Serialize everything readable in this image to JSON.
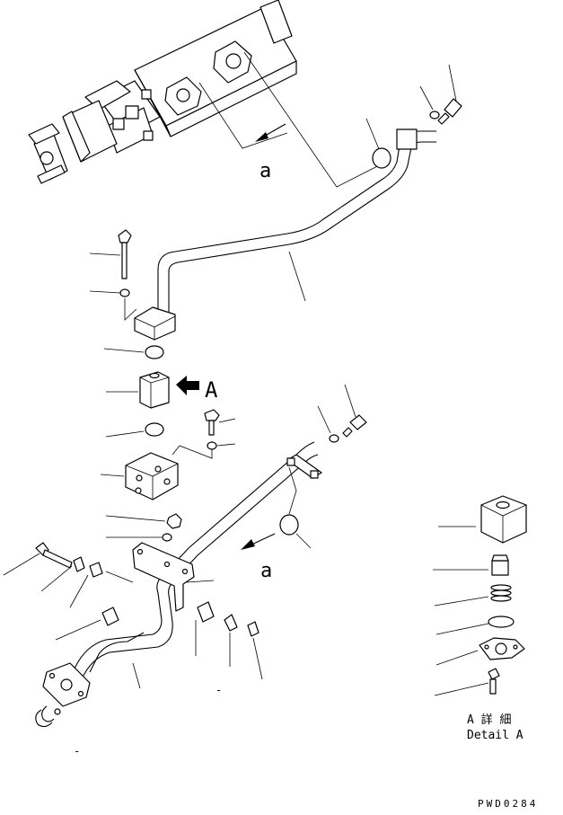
{
  "drawing": {
    "view_label_top": "a",
    "view_label_bottom": "a",
    "view_arrow_label": "A",
    "detail_title_jp": "A 詳 細",
    "detail_title_en": "Detail A",
    "drawing_number": "PWD0284",
    "tag_text": "-"
  },
  "colors": {
    "line": "#000000",
    "background": "#ffffff"
  }
}
